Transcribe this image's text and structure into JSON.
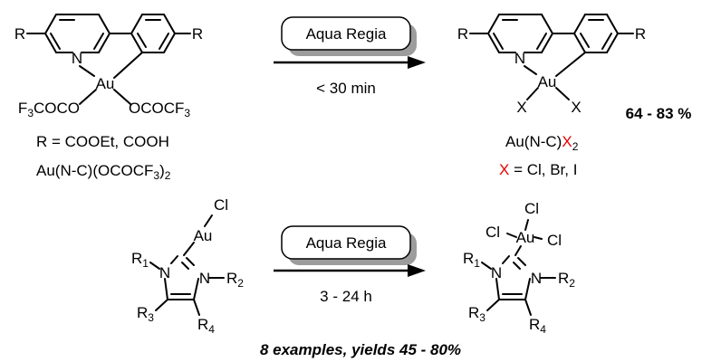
{
  "colors": {
    "gold": "#E8833A",
    "nitrogen": "#1414D8",
    "halide": "#E60000",
    "ligand": "#1F8C1F",
    "arrow": "#000000",
    "box_shadow": "#9C9C9C"
  },
  "reaction1": {
    "reagent_box": "Aqua Regia",
    "condition": "< 30 min",
    "yield": "64 - 83 %",
    "start": {
      "R_left": "R",
      "R_right": "R",
      "N": "N",
      "metal": "Au",
      "ligand_left": {
        "a": "F",
        "b": "3",
        "c": "COCO"
      },
      "ligand_right": {
        "a": "OCOCF",
        "b": "3"
      },
      "R_def": "R = COOEt, COOH",
      "formula": {
        "a": "Au(N-C)(OCOCF",
        "b": "3",
        "c": ")",
        "d": "2"
      }
    },
    "product": {
      "R_left": "R",
      "R_right": "R",
      "N": "N",
      "metal": "Au",
      "X_left": "X",
      "X_right": "X",
      "formula": {
        "a": "Au(N-C)",
        "b": "X",
        "c": "2"
      },
      "X_def": {
        "x": "X",
        "rest": " = Cl, Br, I"
      }
    }
  },
  "reaction2": {
    "reagent_box": "Aqua Regia",
    "condition": "3 - 24 h",
    "footer": "8 examples, yields 45 - 80%",
    "start": {
      "Cl": "Cl",
      "metal": "Au",
      "R1": {
        "a": "R",
        "b": "1"
      },
      "N1": "N",
      "N2": "N",
      "R2": {
        "a": "R",
        "b": "2",
        "dash": "–"
      },
      "R3": {
        "a": "R",
        "b": "3"
      },
      "R4": {
        "a": "R",
        "b": "4"
      }
    },
    "product": {
      "Cl_top": "Cl",
      "Cl_left": "Cl",
      "Cl_right": "Cl",
      "metal": "Au",
      "R1": {
        "a": "R",
        "b": "1"
      },
      "N1": "N",
      "N2": "N",
      "R2": {
        "a": "R",
        "b": "2",
        "dash": "–"
      },
      "R3": {
        "a": "R",
        "b": "3"
      },
      "R4": {
        "a": "R",
        "b": "4"
      }
    }
  }
}
